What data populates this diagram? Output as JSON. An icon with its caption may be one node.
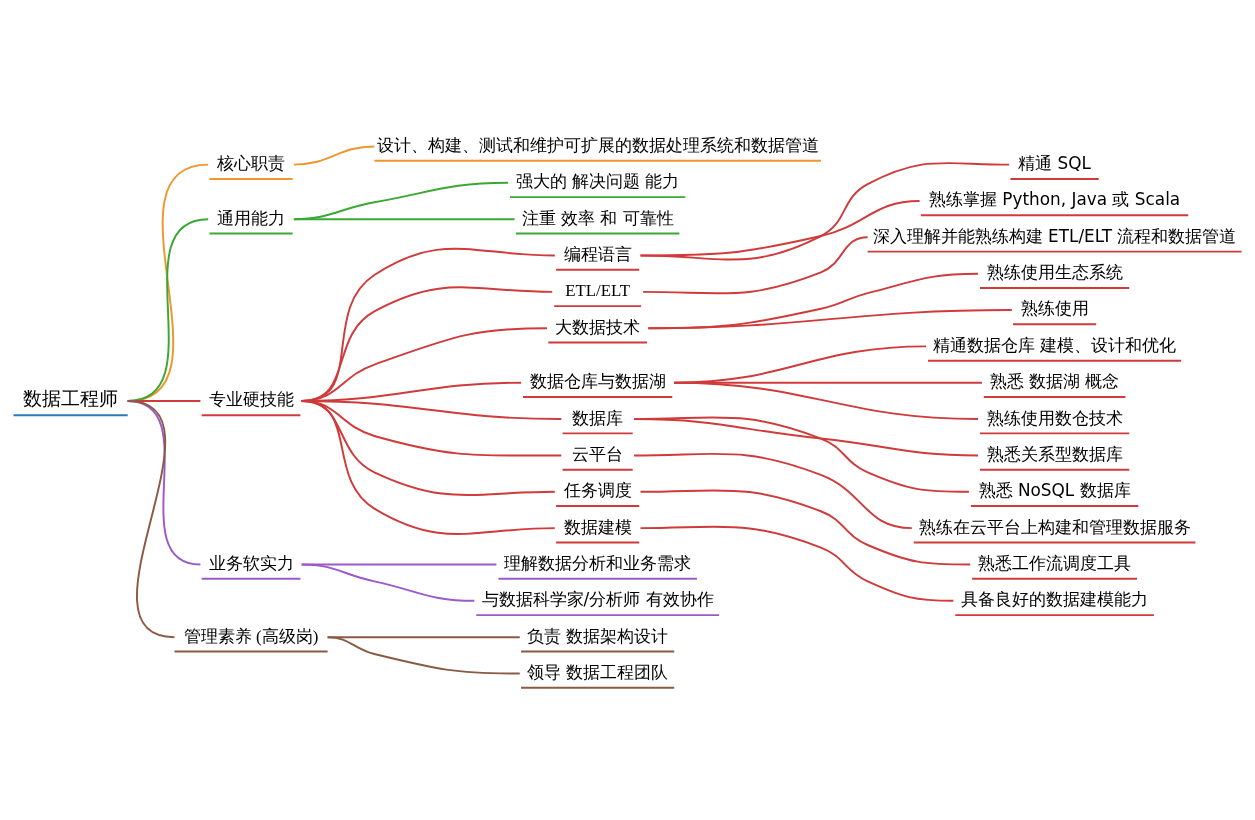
{
  "diagram": {
    "nodes": [
      {
        "text": [
          "数据工程师"
        ]
      },
      {
        "text": [
          "核心职责"
        ]
      },
      {
        "text": [
          "设计、构建、测试和维护可扩展的数据处理系统和数据管道"
        ]
      },
      {
        "text": [
          "通用能力"
        ]
      },
      {
        "text": [
          "强大的 解决问题 能力"
        ]
      },
      {
        "text": [
          "注重 效率 和 可靠性"
        ]
      },
      {
        "text": [
          "专业硬技能"
        ]
      },
      {
        "text": [
          "编程语言"
        ]
      },
      {
        "text": [
          "精通 SQL"
        ]
      },
      {
        "text": [
          "熟练掌握 Python, Java 或 Scala"
        ]
      },
      {
        "text": [
          "ETL/ELT"
        ]
      },
      {
        "text": [
          "深入理解并能熟练构建 ETL/ELT 流程和数据管道"
        ]
      },
      {
        "text": [
          "大数据技术"
        ]
      },
      {
        "text": [
          "熟练使用生态系统"
        ]
      },
      {
        "text": [
          "熟练使用"
        ]
      },
      {
        "text": [
          "数据仓库与数据湖"
        ]
      },
      {
        "text": [
          "精通数据仓库 建模、设计和优化"
        ]
      },
      {
        "text": [
          "熟悉 数据湖 概念"
        ]
      },
      {
        "text": [
          "熟练使用数仓技术"
        ]
      },
      {
        "text": [
          "数据库"
        ]
      },
      {
        "text": [
          "熟悉关系型数据库"
        ]
      },
      {
        "text": [
          "熟悉 NoSQL 数据库"
        ]
      },
      {
        "text": [
          "云平台"
        ]
      },
      {
        "text": [
          "熟练在云平台上构建和管理数据服务"
        ]
      },
      {
        "text": [
          "任务调度"
        ]
      },
      {
        "text": [
          "熟悉工作流调度工具"
        ]
      },
      {
        "text": [
          "数据建模"
        ]
      },
      {
        "text": [
          "具备良好的数据建模能力"
        ]
      },
      {
        "text": [
          "业务软实力"
        ]
      },
      {
        "text": [
          "理解数据分析和业务需求"
        ]
      },
      {
        "text": [
          "与数据科学家/分析师 有效协作"
        ]
      },
      {
        "text": [
          "管理素养 (高级岗)"
        ]
      },
      {
        "text": [
          "负责 数据架构设计"
        ]
      },
      {
        "text": [
          "领导 数据工程团队"
        ]
      }
    ],
    "edges": [
      {
        "from": 0,
        "to": 1,
        "arrow": "none",
        "color": "#f0962e"
      },
      {
        "from": 1,
        "to": 2,
        "arrow": "none",
        "color": "#f0962e"
      },
      {
        "from": 0,
        "to": 3,
        "arrow": "none",
        "color": "#3aa832"
      },
      {
        "from": 3,
        "to": 4,
        "arrow": "none",
        "color": "#3aa832"
      },
      {
        "from": 3,
        "to": 5,
        "arrow": "none",
        "color": "#3aa832"
      },
      {
        "from": 0,
        "to": 6,
        "arrow": "none",
        "color": "#d03a3a"
      },
      {
        "from": 6,
        "to": 7,
        "arrow": "none",
        "color": "#d03a3a"
      },
      {
        "from": 7,
        "to": 8,
        "arrow": "none",
        "color": "#d03a3a"
      },
      {
        "from": 7,
        "to": 9,
        "arrow": "none",
        "color": "#d03a3a"
      },
      {
        "from": 6,
        "to": 10,
        "arrow": "none",
        "color": "#d03a3a"
      },
      {
        "from": 10,
        "to": 11,
        "arrow": "none",
        "color": "#d03a3a"
      },
      {
        "from": 6,
        "to": 12,
        "arrow": "none",
        "color": "#d03a3a"
      },
      {
        "from": 12,
        "to": 13,
        "arrow": "none",
        "color": "#d03a3a"
      },
      {
        "from": 12,
        "to": 14,
        "arrow": "none",
        "color": "#d03a3a"
      },
      {
        "from": 6,
        "to": 15,
        "arrow": "none",
        "color": "#d03a3a"
      },
      {
        "from": 15,
        "to": 16,
        "arrow": "none",
        "color": "#d03a3a"
      },
      {
        "from": 15,
        "to": 17,
        "arrow": "none",
        "color": "#d03a3a"
      },
      {
        "from": 15,
        "to": 18,
        "arrow": "none",
        "color": "#d03a3a"
      },
      {
        "from": 6,
        "to": 19,
        "arrow": "none",
        "color": "#d03a3a"
      },
      {
        "from": 19,
        "to": 20,
        "arrow": "none",
        "color": "#d03a3a"
      },
      {
        "from": 19,
        "to": 21,
        "arrow": "none",
        "color": "#d03a3a"
      },
      {
        "from": 6,
        "to": 22,
        "arrow": "none",
        "color": "#d03a3a"
      },
      {
        "from": 22,
        "to": 23,
        "arrow": "none",
        "color": "#d03a3a"
      },
      {
        "from": 6,
        "to": 24,
        "arrow": "none",
        "color": "#d03a3a"
      },
      {
        "from": 24,
        "to": 25,
        "arrow": "none",
        "color": "#d03a3a"
      },
      {
        "from": 6,
        "to": 26,
        "arrow": "none",
        "color": "#d03a3a"
      },
      {
        "from": 26,
        "to": 27,
        "arrow": "none",
        "color": "#d03a3a"
      },
      {
        "from": 0,
        "to": 28,
        "arrow": "none",
        "color": "#9b59c9"
      },
      {
        "from": 28,
        "to": 29,
        "arrow": "none",
        "color": "#9b59c9"
      },
      {
        "from": 28,
        "to": 30,
        "arrow": "none",
        "color": "#9b59c9"
      },
      {
        "from": 0,
        "to": 31,
        "arrow": "none",
        "color": "#8b5a44"
      },
      {
        "from": 31,
        "to": 32,
        "arrow": "none",
        "color": "#8b5a44"
      },
      {
        "from": 31,
        "to": 33,
        "arrow": "none",
        "color": "#8b5a44"
      }
    ]
  }
}
